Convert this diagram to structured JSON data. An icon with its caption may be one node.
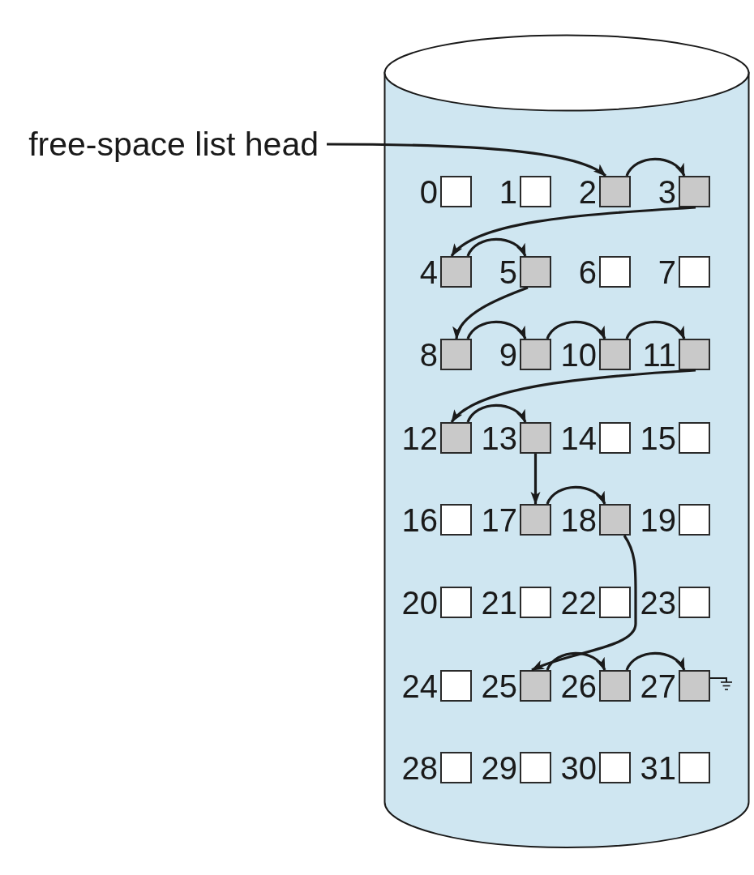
{
  "diagram": {
    "nodes": [
      {
        "text": [],
        "shape": "cylinder"
      },
      {
        "text": [
          "free-space list head"
        ]
      },
      {
        "text": [],
        "shape": "box",
        "in": 0,
        "beside": [
          "0"
        ]
      },
      {
        "text": [],
        "shape": "box",
        "in": 0,
        "beside": [
          "1"
        ]
      },
      {
        "text": [],
        "shape": "box",
        "in": 0,
        "beside": [
          "2"
        ]
      },
      {
        "text": [],
        "shape": "box",
        "in": 0,
        "beside": [
          "3"
        ]
      },
      {
        "text": [],
        "shape": "box",
        "in": 0,
        "beside": [
          "4"
        ]
      },
      {
        "text": [],
        "shape": "box",
        "in": 0,
        "beside": [
          "5"
        ]
      },
      {
        "text": [],
        "shape": "box",
        "in": 0,
        "beside": [
          "6"
        ]
      },
      {
        "text": [],
        "shape": "box",
        "in": 0,
        "beside": [
          "7"
        ]
      },
      {
        "text": [],
        "shape": "box",
        "in": 0,
        "beside": [
          "8"
        ]
      },
      {
        "text": [],
        "shape": "box",
        "in": 0,
        "beside": [
          "9"
        ]
      },
      {
        "text": [],
        "shape": "box",
        "in": 0,
        "beside": [
          "10"
        ]
      },
      {
        "text": [],
        "shape": "box",
        "in": 0,
        "beside": [
          "11"
        ]
      },
      {
        "text": [],
        "shape": "box",
        "in": 0,
        "beside": [
          "12"
        ]
      },
      {
        "text": [],
        "shape": "box",
        "in": 0,
        "beside": [
          "13"
        ]
      },
      {
        "text": [],
        "shape": "box",
        "in": 0,
        "beside": [
          "14"
        ]
      },
      {
        "text": [],
        "shape": "box",
        "in": 0,
        "beside": [
          "15"
        ]
      },
      {
        "text": [],
        "shape": "box",
        "in": 0,
        "beside": [
          "16"
        ]
      },
      {
        "text": [],
        "shape": "box",
        "in": 0,
        "beside": [
          "17"
        ]
      },
      {
        "text": [],
        "shape": "box",
        "in": 0,
        "beside": [
          "18"
        ]
      },
      {
        "text": [],
        "shape": "box",
        "in": 0,
        "beside": [
          "19"
        ]
      },
      {
        "text": [],
        "shape": "box",
        "in": 0,
        "beside": [
          "20"
        ]
      },
      {
        "text": [],
        "shape": "box",
        "in": 0,
        "beside": [
          "21"
        ]
      },
      {
        "text": [],
        "shape": "box",
        "in": 0,
        "beside": [
          "22"
        ]
      },
      {
        "text": [],
        "shape": "box",
        "in": 0,
        "beside": [
          "23"
        ]
      },
      {
        "text": [],
        "shape": "box",
        "in": 0,
        "beside": [
          "24"
        ]
      },
      {
        "text": [],
        "shape": "box",
        "in": 0,
        "beside": [
          "25"
        ]
      },
      {
        "text": [],
        "shape": "box",
        "in": 0,
        "beside": [
          "26"
        ]
      },
      {
        "text": [],
        "shape": "box",
        "in": 0,
        "beside": [
          "27"
        ]
      },
      {
        "text": [],
        "shape": "box",
        "in": 0,
        "beside": [
          "28"
        ]
      },
      {
        "text": [],
        "shape": "box",
        "in": 0,
        "beside": [
          "29"
        ]
      },
      {
        "text": [],
        "shape": "box",
        "in": 0,
        "beside": [
          "30"
        ]
      },
      {
        "text": [],
        "shape": "box",
        "in": 0,
        "beside": [
          "31"
        ]
      }
    ],
    "edges": [
      {
        "from": 1,
        "to": 4,
        "arrow": "to"
      },
      {
        "from": 4,
        "to": 5,
        "arrow": "to"
      },
      {
        "from": 5,
        "to": 6,
        "arrow": "to"
      },
      {
        "from": 6,
        "to": 7,
        "arrow": "to"
      },
      {
        "from": 7,
        "to": 10,
        "arrow": "to"
      },
      {
        "from": 10,
        "to": 11,
        "arrow": "to"
      },
      {
        "from": 11,
        "to": 12,
        "arrow": "to"
      },
      {
        "from": 12,
        "to": 13,
        "arrow": "to"
      },
      {
        "from": 13,
        "to": 14,
        "arrow": "to"
      },
      {
        "from": 14,
        "to": 15,
        "arrow": "to"
      },
      {
        "from": 15,
        "to": 19,
        "arrow": "to"
      },
      {
        "from": 19,
        "to": 20,
        "arrow": "to"
      },
      {
        "from": 20,
        "to": 27,
        "arrow": "to"
      },
      {
        "from": 27,
        "to": 28,
        "arrow": "to"
      },
      {
        "from": 28,
        "to": 29,
        "arrow": "to"
      },
      {
        "from": 29,
        "to": null,
        "arrow": "other"
      }
    ]
  }
}
